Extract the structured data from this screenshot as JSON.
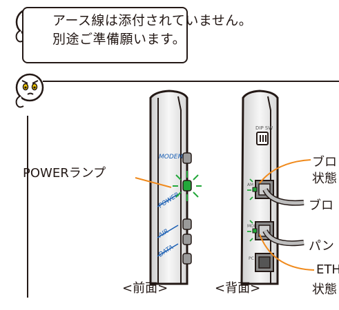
{
  "note": {
    "line1": "アース線は添付されていません。",
    "line2": "別途ご準備願います。"
  },
  "front_device": {
    "caption": "<前面>",
    "labels": {
      "modem": "MODEM",
      "power": "POWER",
      "air": "AIR",
      "data": "DATA"
    }
  },
  "back_device": {
    "caption": "<背面>",
    "labels": {
      "dip_sw": "DIP SW",
      "am": "AM",
      "modem": "MODEM",
      "pc": "PC"
    }
  },
  "callouts": {
    "power_lamp": "POWERランプ",
    "top_right_1": "ブロ",
    "top_right_2": "状態",
    "middle_right": "ブロ",
    "lower_right": "パン",
    "bottom_right_1": "ETH",
    "bottom_right_2": "状態"
  },
  "icons": {
    "character_1": "worried-face-icon",
    "character_2": "worried-face-icon"
  },
  "colors": {
    "lamp_green": "#22a83a",
    "lead_orange": "#f08a1c",
    "outline": "#231815",
    "blue_label": "#1a5fb4"
  }
}
